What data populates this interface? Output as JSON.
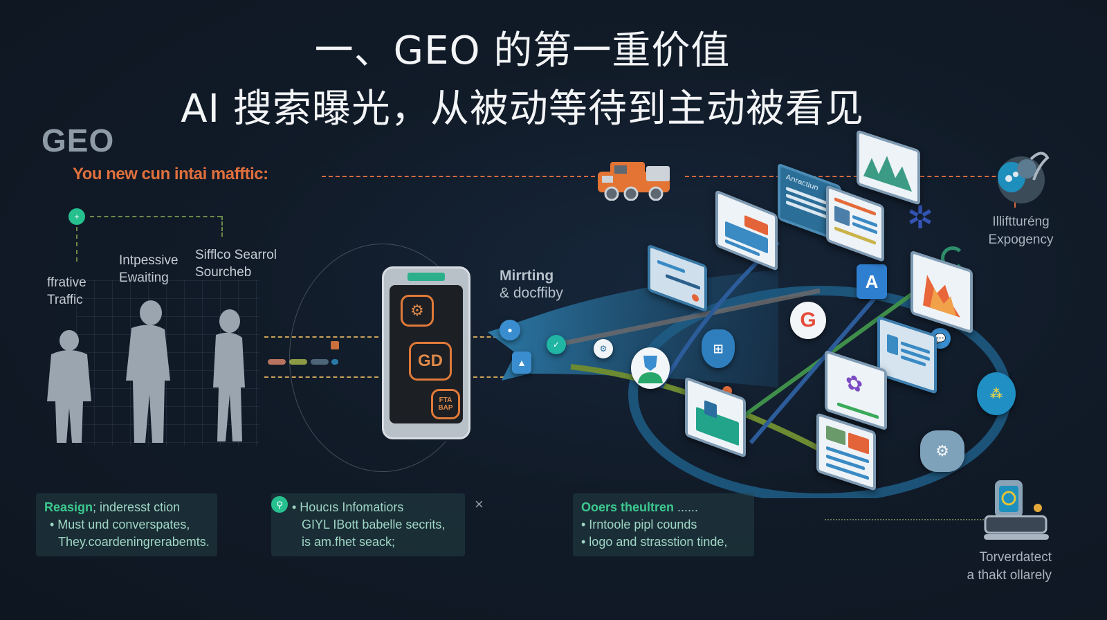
{
  "header": {
    "title_line1": "一、GEO 的第一重价值",
    "title_line2": "AI 搜索曝光，从被动等待到主动被看见",
    "logo": "GEO"
  },
  "flow": {
    "top_label": "You new cun intai mafftic:",
    "left_people_labels": [
      {
        "line1": "ffrative",
        "line2": "Traffic"
      },
      {
        "line1": "Intpessive",
        "line2": "Ewaiting"
      },
      {
        "line1": "Sifflco Searrol",
        "line2": "Sourcheb"
      }
    ],
    "phone_badges": [
      "⚙",
      "GD",
      "FTA BAP"
    ],
    "middle_label": {
      "line1": "Mirrting",
      "line2": "& docffiby"
    },
    "right_top_label": {
      "line1": "Illiftturéng",
      "line2": "Expogency"
    },
    "right_bottom_label": {
      "line1": "Torverdatect",
      "line2": "a thakt ollarely"
    },
    "network_card_text": "Anractiun",
    "icons": {
      "truck": "truck-icon",
      "search_engine": "google-g-icon",
      "app_store": "app-store-icon",
      "robot": "robot-icon",
      "brain": "brain-icon",
      "gear": "gear-icon"
    },
    "colors": {
      "accent_orange": "#e0703d",
      "accent_green": "#3cc98f",
      "link_blue": "#2a6f9e",
      "bg": "#111b28"
    }
  },
  "notes": [
    {
      "heading_bold": "Reasign",
      "heading_rest": "; inderesst ction",
      "lines": [
        "• Must und converspates,",
        "They.coardeningrerabemts."
      ]
    },
    {
      "heading_bold": "",
      "heading_rest": "• Houcıs Infomatiors",
      "lines": [
        "GIYL IBott babelle secrits,",
        "is am.fhet seack;"
      ],
      "close": "×"
    },
    {
      "heading_bold": "Ooers theultren",
      "heading_rest": " ......",
      "lines": [
        "• Irntoole pipl counds",
        "• logo and strasstion tinde,"
      ]
    }
  ]
}
